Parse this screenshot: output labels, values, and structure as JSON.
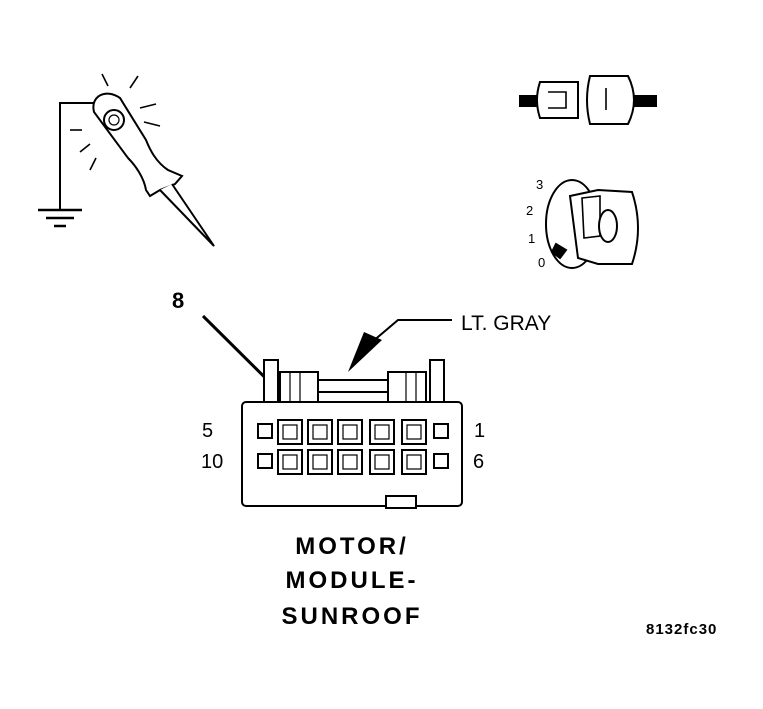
{
  "callout_number": "8",
  "wire_color_label": "LT. GRAY",
  "pin_labels": {
    "top_left": "5",
    "top_right": "1",
    "bottom_left": "10",
    "bottom_right": "6"
  },
  "ignition_positions": [
    "3",
    "2",
    "1",
    "0"
  ],
  "key_symbol": "O",
  "component_name": [
    "MOTOR/",
    "MODULE-",
    "SUNROOF"
  ],
  "figure_code": "8132fc30"
}
